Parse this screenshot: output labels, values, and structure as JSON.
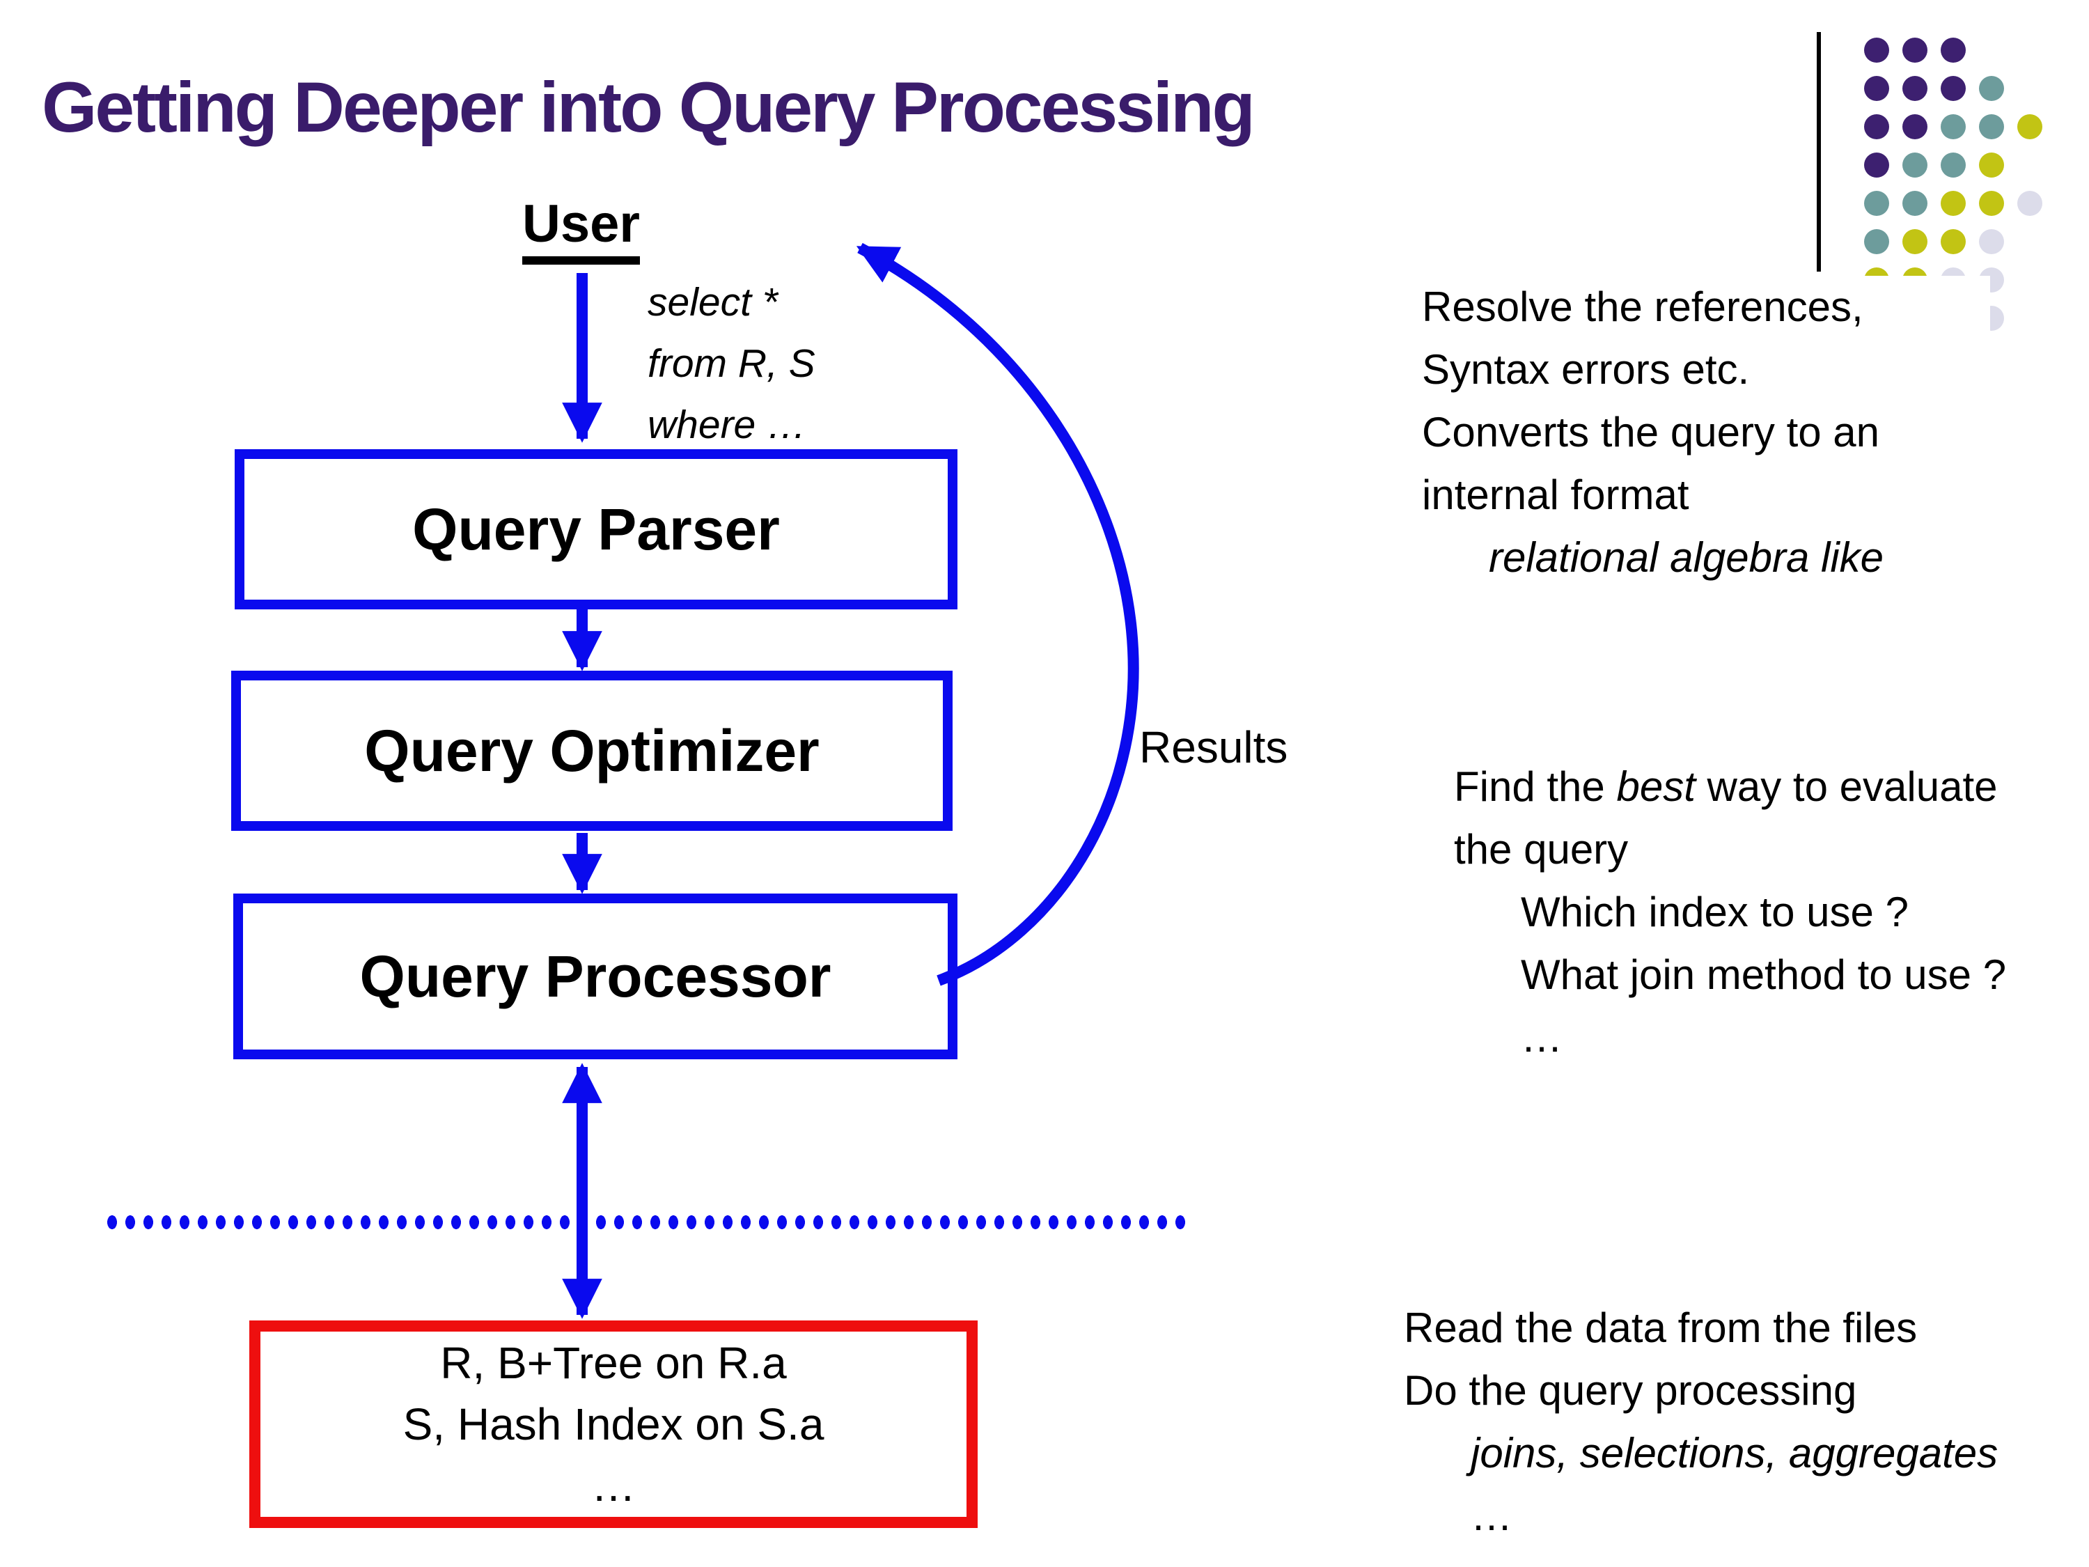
{
  "title": "Getting Deeper into Query Processing",
  "colors": {
    "title_purple": "#3a1c6b",
    "diagram_blue": "#0a0aee",
    "storage_red": "#ee0f0f",
    "dot_purple": "#3d2070",
    "dot_teal": "#6d9c9c",
    "dot_yellow": "#c2c414",
    "dot_lavender": "#dcdcea"
  },
  "decor": {
    "palette": {
      "P": "#3d2070",
      "T": "#6d9c9c",
      "Y": "#c2c414",
      "L": "#dcdcea"
    },
    "grid": [
      "PPP..",
      "PPPT.",
      "PPTTY",
      "PTTY.",
      "TTYYL",
      "TYYL.",
      "YYLL.",
      "...L."
    ]
  },
  "diagram": {
    "user_label": "User",
    "query_lines": [
      "select *",
      "from R, S",
      "where …"
    ],
    "boxes": [
      {
        "label": "Query Parser"
      },
      {
        "label": "Query Optimizer"
      },
      {
        "label": "Query Processor"
      }
    ],
    "results_label": "Results",
    "storage_lines": [
      "R, B+Tree on R.a",
      "S, Hash Index on S.a",
      "…"
    ]
  },
  "annotations": {
    "parser_note": {
      "lines": [
        "Resolve the references,",
        "Syntax errors etc.",
        "Converts the query to an",
        "internal format",
        {
          "t": "relational algebra like",
          "i": 1,
          "ind": 1
        }
      ]
    },
    "optimizer_note": {
      "lines": [
        {
          "segs": [
            {
              "t": "Find the "
            },
            {
              "t": "best",
              "i": 1
            },
            {
              "t": " way to evaluate"
            }
          ]
        },
        "the query",
        {
          "t": "Which index to use ?",
          "ind": 1
        },
        {
          "t": "What join method to use ?",
          "ind": 1
        },
        {
          "t": "…",
          "ind": 1
        }
      ]
    },
    "processor_note": {
      "lines": [
        "Read the data from the files",
        "Do the query processing",
        {
          "t": "joins, selections, aggregates",
          "i": 1,
          "ind": 1
        },
        {
          "t": "…",
          "ind": 1
        }
      ]
    }
  }
}
